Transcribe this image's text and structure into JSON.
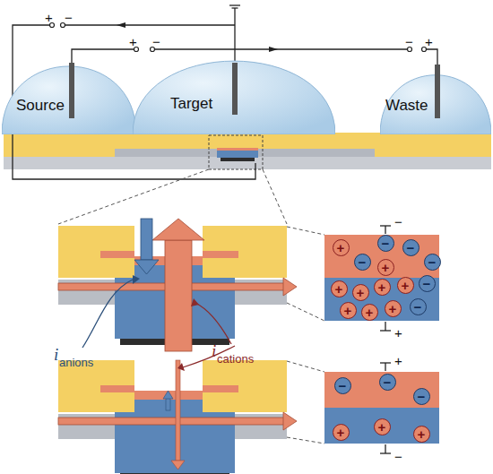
{
  "diagram": {
    "nodes": [
      {
        "text": [
          "Source"
        ]
      },
      {
        "text": [
          "Target"
        ]
      },
      {
        "text": [
          "Waste"
        ]
      },
      {
        "text": [
          "+"
        ]
      },
      {
        "text": [
          "−"
        ]
      },
      {
        "text": [
          "−"
        ]
      },
      {
        "text": [
          "−"
        ]
      },
      {
        "text": [
          "−"
        ]
      },
      {
        "text": [
          "+"
        ]
      },
      {
        "text": [
          "+"
        ]
      },
      {
        "text": [
          "+"
        ]
      },
      {
        "text": [
          "+"
        ]
      },
      {
        "text": [
          "+"
        ]
      },
      {
        "text": [
          "−"
        ]
      },
      {
        "text": [
          "+"
        ]
      },
      {
        "text": [
          "+"
        ]
      },
      {
        "text": [
          "+"
        ]
      },
      {
        "text": [
          "−"
        ]
      },
      {
        "text": [
          "−"
        ]
      },
      {
        "text": [
          "−"
        ]
      },
      {
        "text": [
          "−"
        ]
      },
      {
        "text": [
          "+"
        ]
      },
      {
        "text": [
          "+"
        ]
      },
      {
        "text": [
          "+"
        ]
      }
    ],
    "labels": [
      "+",
      "−",
      "+",
      "−",
      "−",
      "+",
      "−",
      "+",
      "+",
      "−",
      "i",
      "anions",
      "i",
      "cations"
    ]
  }
}
